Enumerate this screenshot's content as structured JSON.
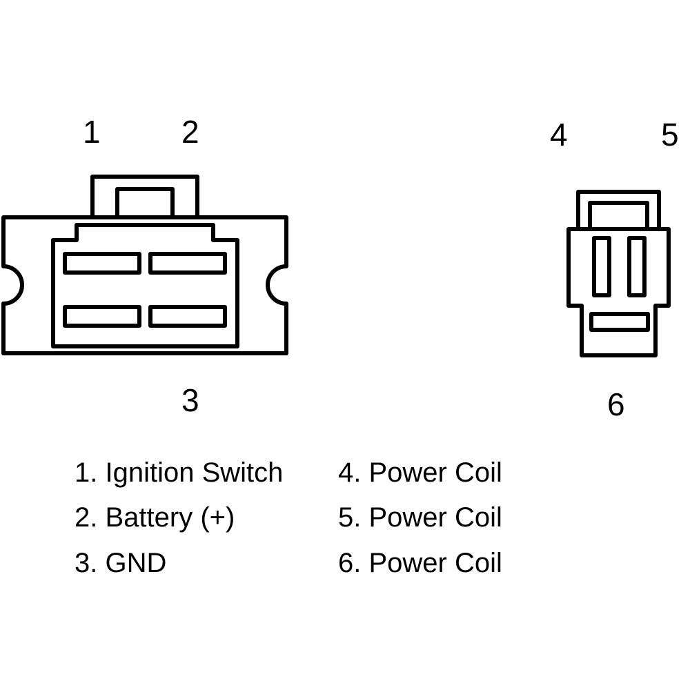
{
  "title": "Regulator / Rectifier Connector Pinout",
  "connectors": [
    {
      "name": "left-connector",
      "pins": [
        "1",
        "2",
        "3"
      ],
      "pin_count_slots": 4
    },
    {
      "name": "right-connector",
      "pins": [
        "4",
        "5",
        "6"
      ],
      "pin_count_slots": 3
    }
  ],
  "pin_labels": {
    "p1": "1",
    "p2": "2",
    "p3": "3",
    "p4": "4",
    "p5": "5",
    "p6": "6"
  },
  "legend": [
    {
      "number": "1.",
      "label": "Ignition Switch"
    },
    {
      "number": "2.",
      "label": "Battery (+)"
    },
    {
      "number": "3.",
      "label": "GND"
    },
    {
      "number": "4.",
      "label": "Power Coil"
    },
    {
      "number": "5.",
      "label": "Power Coil"
    },
    {
      "number": "6.",
      "label": "Power Coil"
    }
  ],
  "colors": {
    "stroke": "#000000",
    "background": "#ffffff"
  }
}
